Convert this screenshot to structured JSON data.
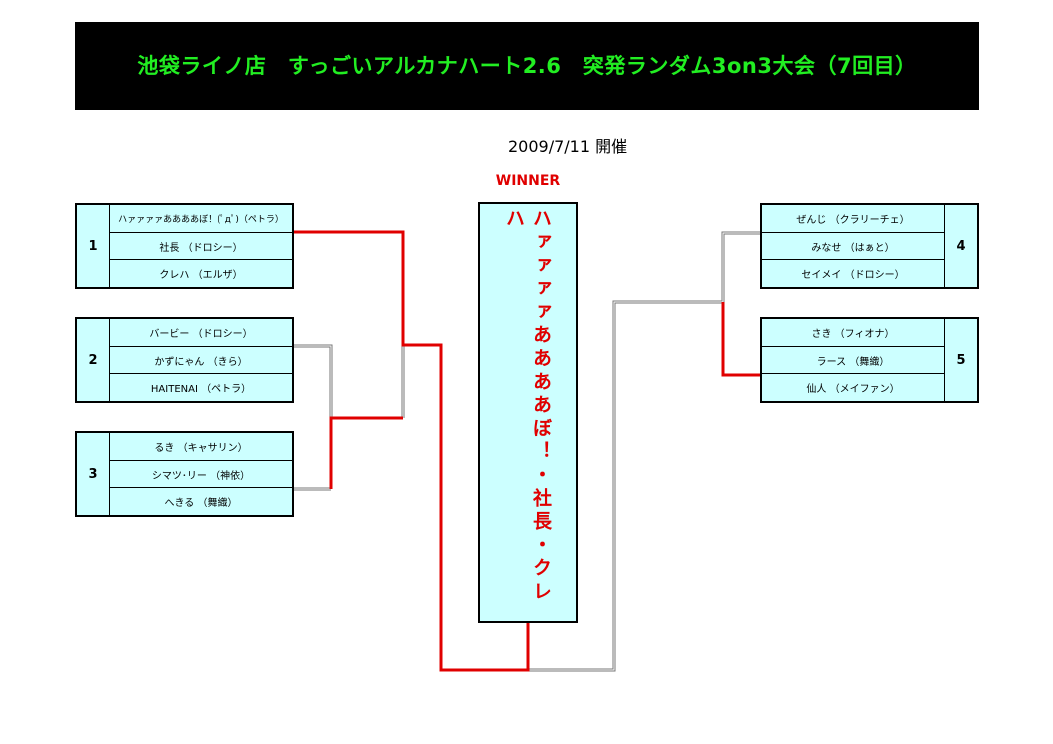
{
  "header": {
    "title": "池袋ライノ店　すっごいアルカナハート2.6　突発ランダム3on3大会（7回目）"
  },
  "date": "2009/7/11 開催",
  "winner": {
    "label": "WINNER",
    "name": "ハァァァァああああぼ！・社長・クレハ"
  },
  "teams": [
    {
      "number": "1",
      "members": [
        "ハァァァァああああぼ！(ﾟдﾟ)（ペトラ）",
        "社長 （ドロシー）",
        "クレハ （エルザ）"
      ]
    },
    {
      "number": "2",
      "members": [
        "バービー （ドロシー）",
        "かずにゃん （きら）",
        "HAITENAI （ペトラ）"
      ]
    },
    {
      "number": "3",
      "members": [
        "るき （キャサリン）",
        "シマツ･リー （神依）",
        "へきる （舞織）"
      ]
    },
    {
      "number": "4",
      "members": [
        "ぜんじ （クラリーチェ）",
        "みなせ （はぁと）",
        "セイメイ （ドロシー）"
      ]
    },
    {
      "number": "5",
      "members": [
        "さき （フィオナ）",
        "ラース （舞織）",
        "仙人 （メイファン）"
      ]
    }
  ],
  "colors": {
    "title": "#22ee22",
    "winner_path": "#e00000",
    "box": "#ccffff"
  }
}
